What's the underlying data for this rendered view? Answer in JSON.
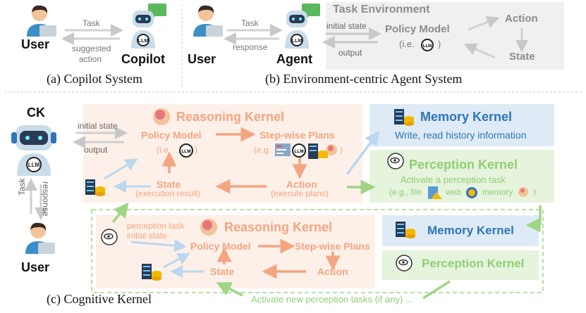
{
  "panel_a": {
    "user_label": "User",
    "task_label": "Task",
    "suggested_action_line1": "suggested",
    "suggested_action_line2": "action",
    "copilot_label": "Copilot",
    "caption": "(a) Copilot System"
  },
  "panel_b": {
    "user_label": "User",
    "task_label": "Task",
    "response_label": "response",
    "agent_label": "Agent",
    "env_title": "Task Environment",
    "initial_state_label": "initial state",
    "output_label": "output",
    "policy_model_label": "Policy Model",
    "ie_prefix": "(i.e.",
    "ie_suffix": ")",
    "action_label": "Action",
    "state_label": "State",
    "caption": "(b) Environment-centric Agent System"
  },
  "panel_c": {
    "ck_label": "CK",
    "initial_state_label": "initial state",
    "output_label": "output",
    "task_label": "Task",
    "response_label": "response",
    "user_label": "User",
    "caption": "(c) Cognitive Kernel",
    "reasoning_top": {
      "title": "Reasoning Kernel",
      "policy_model": "Policy Model",
      "ie_prefix": "(i.e.",
      "ie_suffix": ")",
      "step_plans": "Step-wise Plans",
      "eg_prefix": "(e.g.",
      "eg_suffix": ")",
      "state": "State",
      "state_sub": "(execution result)",
      "action": "Action",
      "action_sub": "(execute plans)"
    },
    "memory_top": {
      "title": "Memory Kernel",
      "desc": "Write, read history information"
    },
    "perception_top": {
      "title": "Perception Kernel",
      "desc": "Activate a perception task",
      "eg_prefix": "(e.g., file",
      "web": "web",
      "memory": "memory",
      "eg_suffix": ")"
    },
    "reasoning_bottom": {
      "title": "Reasoning Kernel",
      "perception_task": "perception task",
      "initial_state": "initial state",
      "policy_model": "Policy Model",
      "step_plans": "Step-wise Plans",
      "state": "State",
      "action": "Action"
    },
    "memory_bottom": {
      "title": "Memory Kernel"
    },
    "perception_bottom": {
      "title": "Perception Kernel"
    },
    "activate_new": "Activate new perception tasks (if any) ..."
  },
  "icons": {
    "llm_text": "LLM"
  },
  "colors": {
    "orange": "#f4a582",
    "orange_dark": "#f19366",
    "orange_bg": "#fdf0e8",
    "blue": "#2e75b6",
    "blue_bg": "#deebf7",
    "green": "#8fcf73",
    "green_bg": "#e6f3dd",
    "gray_bg": "#f0f0f0",
    "gray_text": "#8c8c8c"
  }
}
